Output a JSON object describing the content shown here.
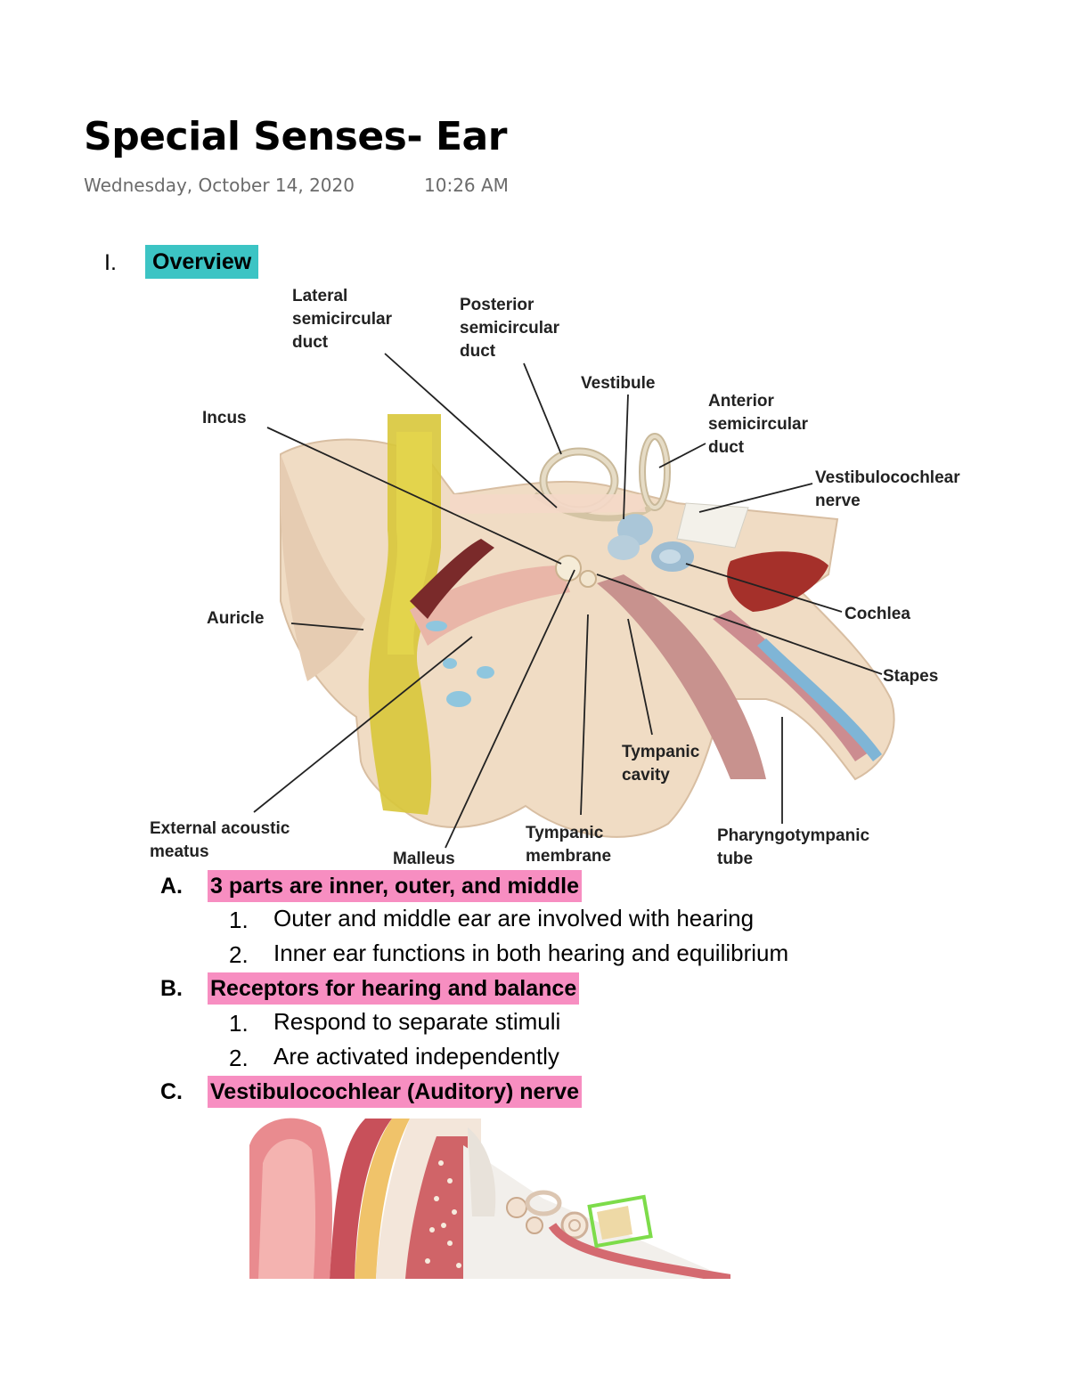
{
  "note": {
    "title": "Special Senses- Ear",
    "date": "Wednesday, October 14, 2020",
    "time": "10:26 AM"
  },
  "section": {
    "numeral": "I.",
    "heading": "Overview"
  },
  "diagram_labels": {
    "lateral": [
      "Lateral",
      "semicircular",
      "duct"
    ],
    "posterior": [
      "Posterior",
      "semicircular",
      "duct"
    ],
    "vestibule": "Vestibule",
    "anterior": [
      "Anterior",
      "semicircular",
      "duct"
    ],
    "vestibulocochlear": [
      "Vestibulocochlear",
      "nerve"
    ],
    "incus": "Incus",
    "auricle": "Auricle",
    "cochlea": "Cochlea",
    "stapes": "Stapes",
    "tympanic_cavity": [
      "Tympanic",
      "cavity"
    ],
    "external": [
      "External acoustic",
      "meatus"
    ],
    "malleus": "Malleus",
    "tympanic_membrane": [
      "Tympanic",
      "membrane"
    ],
    "pharyngotympanic": [
      "Pharyngotympanic",
      "tube"
    ]
  },
  "outline": [
    {
      "letter": "A.",
      "heading": "3 parts are inner, outer, and middle",
      "items": [
        {
          "num": "1.",
          "text": "Outer and middle ear are involved with hearing"
        },
        {
          "num": "2.",
          "text": "Inner ear functions in both hearing and equilibrium"
        }
      ]
    },
    {
      "letter": "B.",
      "heading": "Receptors for hearing and balance",
      "items": [
        {
          "num": "1.",
          "text": "Respond to separate stimuli"
        },
        {
          "num": "2.",
          "text": "Are activated independently"
        }
      ]
    },
    {
      "letter": "C.",
      "heading": "Vestibulocochlear (Auditory) nerve",
      "items": []
    }
  ],
  "colors": {
    "overview_highlight": "#3cc4c4",
    "heading_highlight": "#f78ec1",
    "nerve_box": "#7ddc4a"
  }
}
